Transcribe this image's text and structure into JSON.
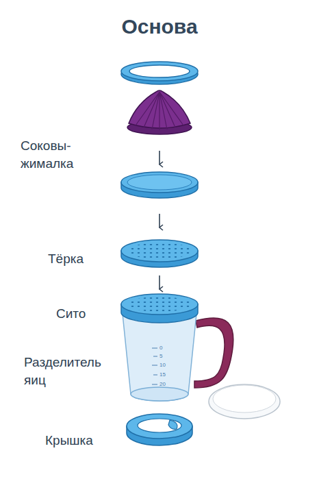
{
  "diagram": {
    "title": "Основа",
    "labels": [
      "Соковы- жималка",
      "Тёрка",
      "Сито",
      "Разделитель яиц",
      "Крышка",
      "0",
      "5",
      "10",
      "15",
      "20"
    ]
  }
}
